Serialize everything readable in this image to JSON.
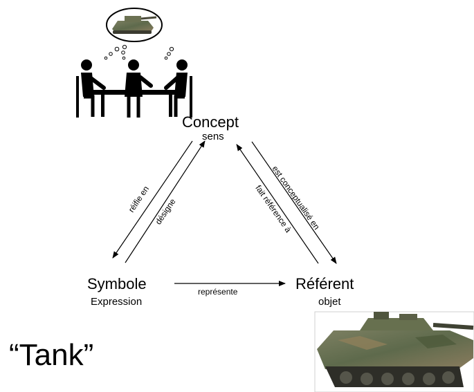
{
  "nodes": {
    "concept": {
      "title": "Concept",
      "subtitle": "sens"
    },
    "symbol": {
      "title": "Symbole",
      "subtitle": "Expression"
    },
    "referent": {
      "title": "Référent",
      "subtitle": "objet"
    }
  },
  "edges": {
    "concept_to_symbol": "réifie en",
    "symbol_to_concept": "désigne",
    "referent_to_concept": "fait référence à",
    "concept_to_referent": "est conceptualisé en",
    "symbol_to_referent": "représente"
  },
  "example_word": "“Tank”",
  "icons": {
    "people": "three-people-at-table-icon",
    "thought": "thought-bubble-tank-icon",
    "tank_photo": "tank-photo"
  }
}
